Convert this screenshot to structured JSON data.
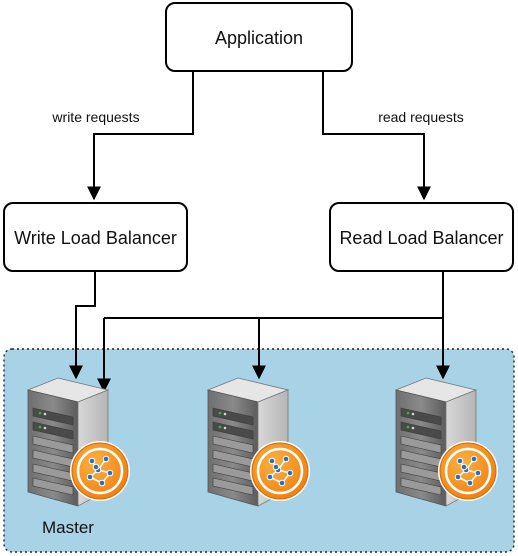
{
  "nodes": {
    "application": "Application",
    "write_lb": "Write Load Balancer",
    "read_lb": "Read Load Balancer"
  },
  "edges": {
    "write": "write requests",
    "read": "read requests"
  },
  "servers": [
    {
      "label": "Master",
      "icon": "server-icon",
      "badge_icon": "network-node-icon"
    },
    {
      "label": "",
      "icon": "server-icon",
      "badge_icon": "network-node-icon"
    },
    {
      "label": "",
      "icon": "server-icon",
      "badge_icon": "network-node-icon"
    }
  ],
  "colors": {
    "cluster_fill": "#a8d3e6",
    "badge": "#f7941d",
    "arrow": "#000000"
  }
}
